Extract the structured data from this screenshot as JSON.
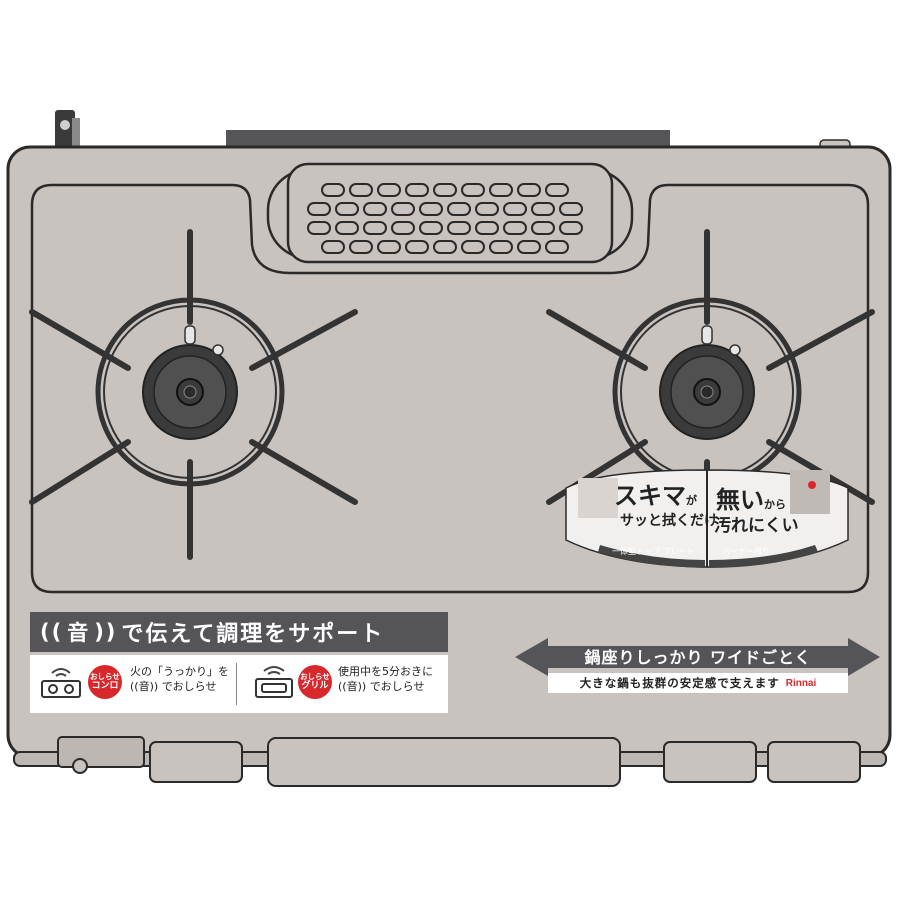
{
  "banner": {
    "oto": "音",
    "text": "で伝えて調理をサポート"
  },
  "info": {
    "left": {
      "badge_top": "おしらせ",
      "badge_bottom": "コンロ",
      "line1": "火の「うっかり」を",
      "line2_oto": "音",
      "line2": "でおしらせ"
    },
    "right": {
      "badge_top": "おしらせ",
      "badge_bottom": "グリル",
      "line1": "使用中を5分おきに",
      "line2_oto": "音",
      "line2": "でおしらせ"
    }
  },
  "feature": {
    "arrow_text": "鍋座りしっかり ワイドごとく",
    "subline": "大きな鍋も抜群の安定感で支えます",
    "brand": "Rinnai"
  },
  "dial": {
    "left_title": "スキマ",
    "left_ga": "が",
    "left_sub": "サッと拭くだけ",
    "left_caption": "一体型トップ プレート",
    "right_title": "無い",
    "right_kara": "から",
    "right_sub": "汚れにくい",
    "right_caption": "バーナー周り"
  },
  "colors": {
    "body": "#c9c3c0",
    "outline": "#2a2a2a",
    "banner": "#555459",
    "accent_red": "#d8282c",
    "grate": "#333333",
    "burner": "#3b3b3b"
  }
}
